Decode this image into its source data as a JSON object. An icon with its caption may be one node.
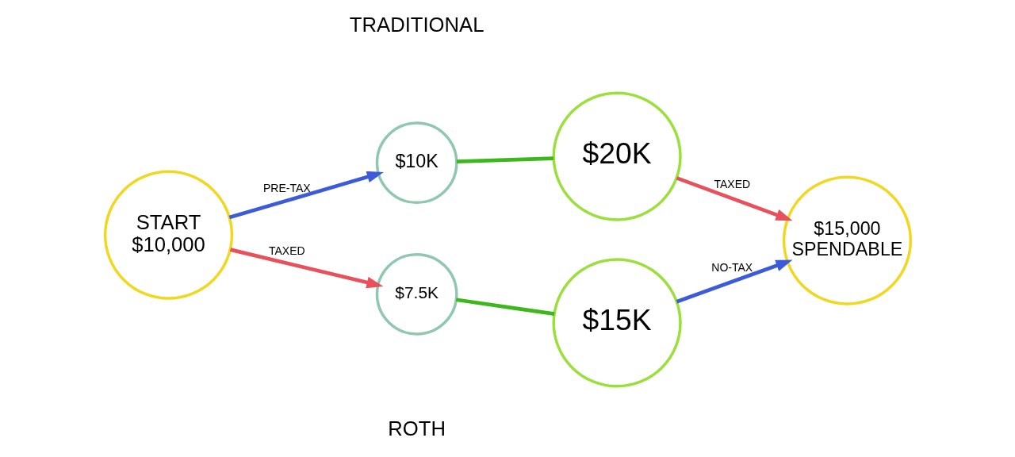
{
  "diagram": {
    "nodes": [
      {
        "text": [
          "START",
          "$10,000"
        ]
      },
      {
        "text": [
          "$10K"
        ]
      },
      {
        "text": [
          "$20K"
        ]
      },
      {
        "text": [
          "$15,000",
          "SPENDABLE"
        ]
      },
      {
        "text": [
          "$7.5K"
        ]
      },
      {
        "text": [
          "$15K"
        ]
      }
    ],
    "edges": [
      {
        "from": 0,
        "to": 1,
        "arrow": "to",
        "label": "PRE-TAX",
        "color": "#3b5bdb"
      },
      {
        "from": 1,
        "to": 2,
        "arrow": "none",
        "color": "#3cb81c"
      },
      {
        "from": 2,
        "to": 3,
        "arrow": "to",
        "label": "TAXED",
        "color": "#e8505b"
      },
      {
        "from": 0,
        "to": 4,
        "arrow": "to",
        "label": "TAXED",
        "color": "#e8505b"
      },
      {
        "from": 4,
        "to": 5,
        "arrow": "none",
        "color": "#3cb81c"
      },
      {
        "from": 5,
        "to": 3,
        "arrow": "to",
        "label": "NO-TAX",
        "color": "#3b5bdb"
      }
    ],
    "labels": [
      "TRADITIONAL",
      "ROTH"
    ]
  }
}
